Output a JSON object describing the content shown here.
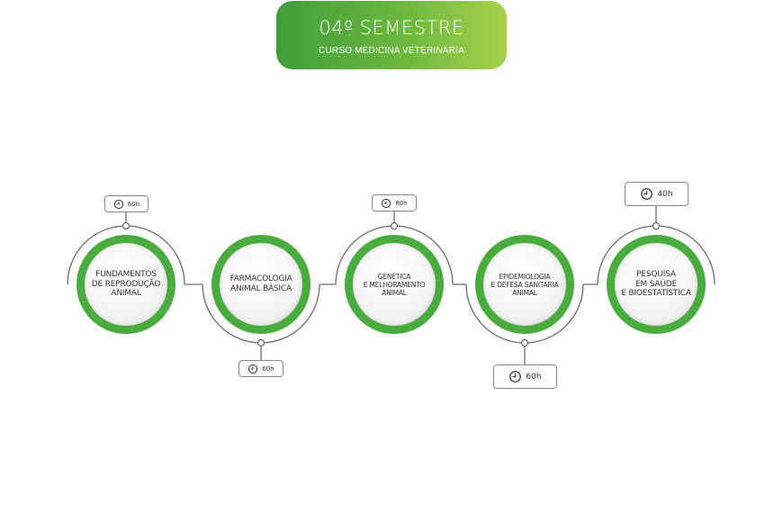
{
  "header": {
    "title": "04º SEMESTRE",
    "subtitle": "CURSO MEDICINA VETERINÁRIA"
  },
  "courses": [
    {
      "name": "FUNDAMENTOS\nDE REPRODUÇÃO\nANIMAL",
      "hours": "60h"
    },
    {
      "name": "FARMACOLOGIA\nANIMAL BÁSICA",
      "hours": "60h"
    },
    {
      "name": "GENÉTICA\nE MELHORAMENTO\nANIMAL",
      "hours": "80h"
    },
    {
      "name": "EPIDEMIOLOGIA\nE DEFESA SANITÁRIA\nANIMAL",
      "hours": "60h"
    },
    {
      "name": "PESQUISA\nEM SAÚDE\nE BIOESTATÍSTICA",
      "hours": "40h"
    }
  ],
  "colors": {
    "ring": "#4aab3f",
    "header_start": "#3f9d3a",
    "header_end": "#a8d14c",
    "line": "#6b6b6b"
  }
}
